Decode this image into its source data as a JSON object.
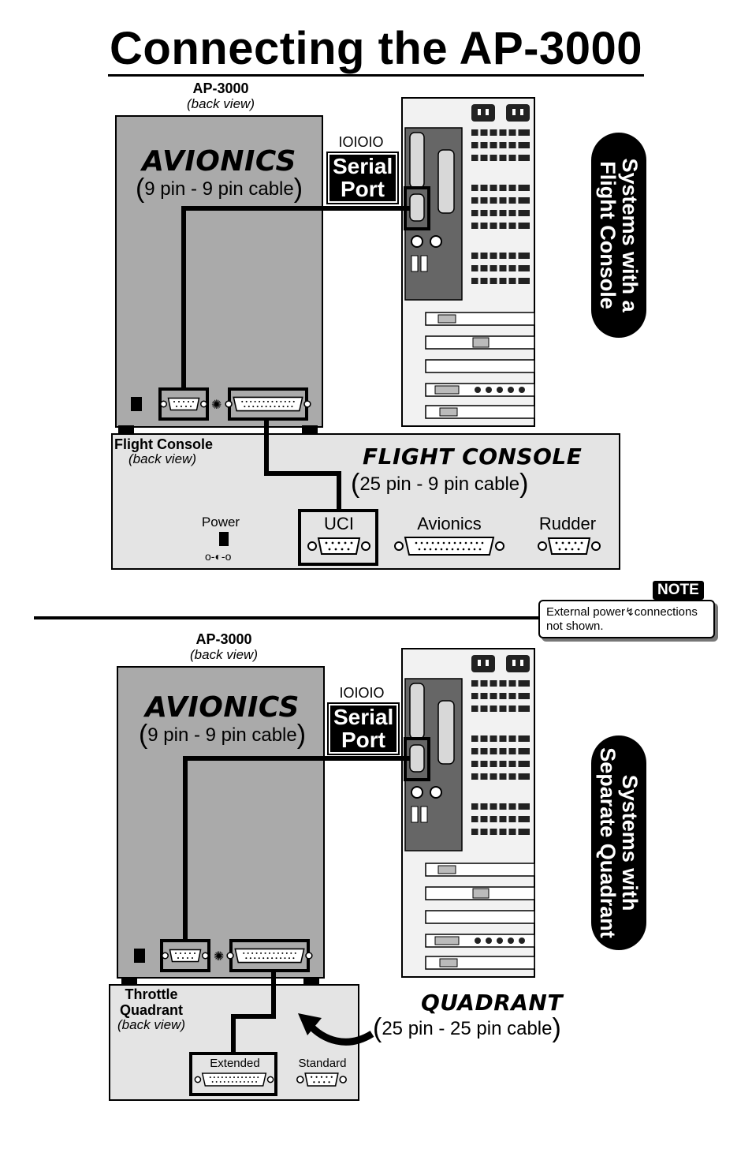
{
  "title": "Connecting the AP-3000",
  "note": {
    "tag": "NOTE",
    "text_line1": "External power",
    "text_line1b": "connections",
    "text_line2": "not shown."
  },
  "top": {
    "unit_name": "AP-3000",
    "unit_view": "back view",
    "avionics_title": "AVIONICS",
    "avionics_cable": "9 pin -  9 pin cable",
    "io_label": "IOIOIO",
    "serial_line1": "Serial",
    "serial_line2": "Port",
    "side_line1": "Systems with a",
    "side_line2": "Flight Console",
    "console_name": "Flight Console",
    "console_view": "back view",
    "fc_title": "FLIGHT CONSOLE",
    "fc_cable": "25 pin - 9 pin cable",
    "power_label": "Power",
    "ports": [
      "UCI",
      "Avionics",
      "Rudder"
    ]
  },
  "bottom": {
    "unit_name": "AP-3000",
    "unit_view": "back view",
    "avionics_title": "AVIONICS",
    "avionics_cable": "9 pin -  9 pin cable",
    "io_label": "IOIOIO",
    "serial_line1": "Serial",
    "serial_line2": "Port",
    "side_line1": "Systems with",
    "side_line2": "Separate Quadrant",
    "quad_name1": "Throttle",
    "quad_name2": "Quadrant",
    "quad_view": "back view",
    "quad_title": "QUADRANT",
    "quad_cable": "25 pin - 25 pin cable",
    "ports": [
      "Extended",
      "Standard"
    ]
  }
}
